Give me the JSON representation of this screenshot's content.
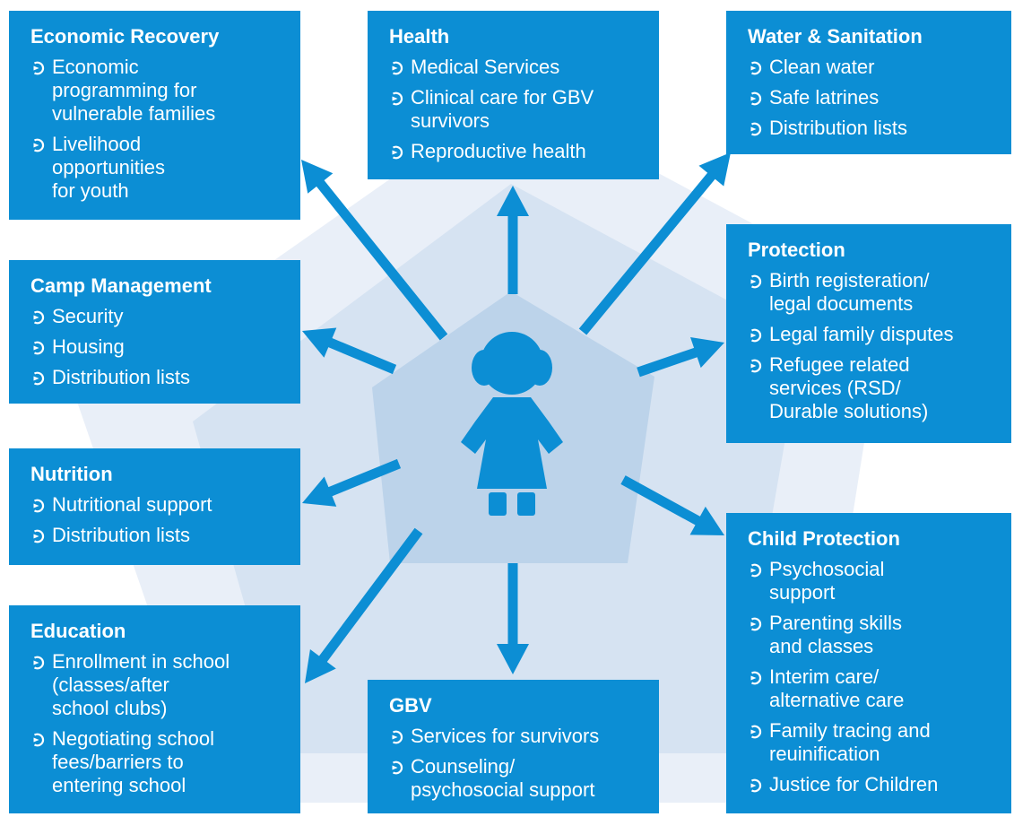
{
  "colors": {
    "box": "#0c8ed4",
    "arrow": "#0c8ed4",
    "outer_pentagon": "#e9eff8",
    "middle_pentagon": "#d6e3f2",
    "inner_pentagon": "#bcd3ea",
    "child": "#0c8ed4"
  },
  "center_icon": "child-girl-icon",
  "bullet_icon": "circled-arrow-icon",
  "boxes": {
    "economic_recovery": {
      "title": "Economic Recovery",
      "items": [
        "Economic\nprogramming for\nvulnerable families",
        "Livelihood\nopportunities\nfor youth"
      ]
    },
    "health": {
      "title": "Health",
      "items": [
        "Medical Services",
        "Clinical care for GBV\nsurvivors",
        "Reproductive health"
      ]
    },
    "water_sanitation": {
      "title": "Water & Sanitation",
      "items": [
        "Clean water",
        "Safe latrines",
        "Distribution lists"
      ]
    },
    "protection": {
      "title": "Protection",
      "items": [
        "Birth registeration/\nlegal documents",
        "Legal family disputes",
        "Refugee related\nservices (RSD/\nDurable solutions)"
      ]
    },
    "camp_management": {
      "title": "Camp Management",
      "items": [
        "Security",
        "Housing",
        "Distribution lists"
      ]
    },
    "nutrition": {
      "title": "Nutrition",
      "items": [
        "Nutritional support",
        "Distribution lists"
      ]
    },
    "child_protection": {
      "title": "Child Protection",
      "items": [
        "Psychosocial\nsupport",
        "Parenting skills\nand classes",
        "Interim care/\nalternative care",
        "Family tracing and\nreuinification",
        "Justice for Children"
      ]
    },
    "education": {
      "title": "Education",
      "items": [
        "Enrollment in school\n(classes/after\nschool clubs)",
        "Negotiating school\nfees/barriers to\nentering school"
      ]
    },
    "gbv": {
      "title": "GBV",
      "items": [
        "Services for survivors",
        "Counseling/\npsychosocial support"
      ]
    }
  }
}
